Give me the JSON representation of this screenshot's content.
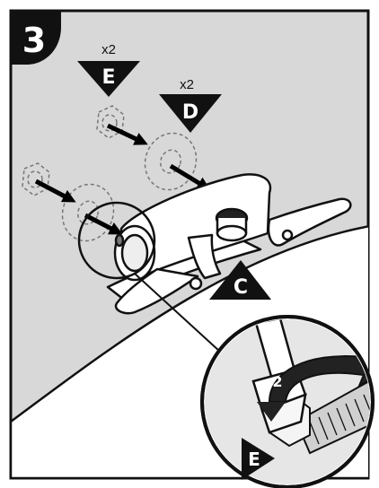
{
  "step_number": "3",
  "callouts": {
    "e_top": {
      "letter": "E",
      "quantity": "x2"
    },
    "d_top": {
      "letter": "D",
      "quantity": "x2"
    },
    "c": {
      "letter": "C"
    },
    "e_detail": {
      "letter": "E"
    },
    "turn": {
      "number": "2"
    }
  },
  "colors": {
    "panel": "#d8d8d8",
    "ink": "#111111",
    "white": "#ffffff",
    "arrow": "#000000"
  }
}
